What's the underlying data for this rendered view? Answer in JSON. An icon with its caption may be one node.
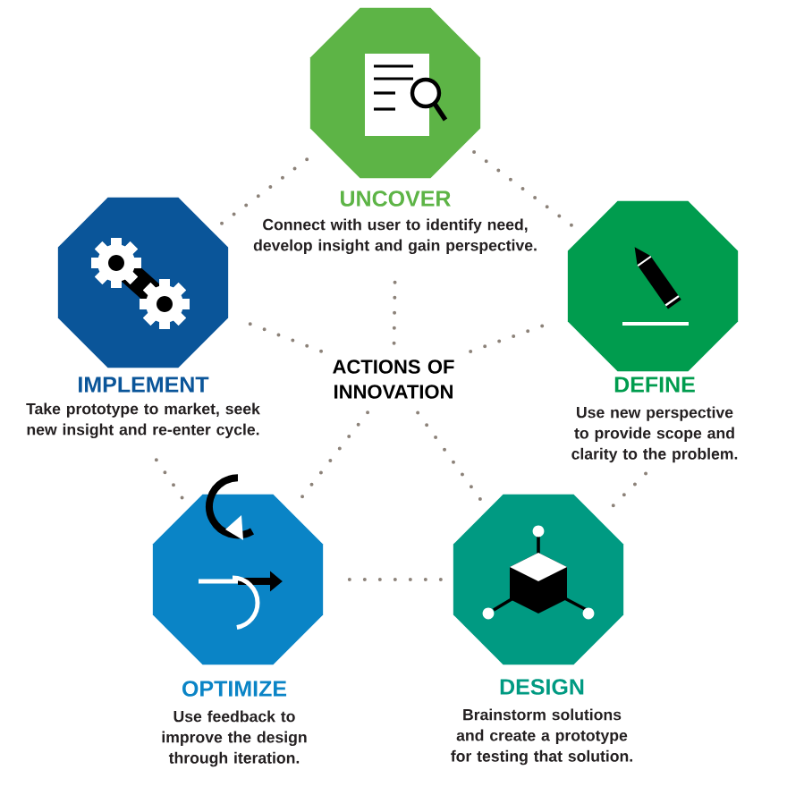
{
  "diagram": {
    "nodes": [
      {
        "text": [
          "UNCOVER",
          "Connect with user to identify need, develop insight and gain perspective."
        ]
      },
      {
        "text": [
          "IMPLEMENT",
          "Take prototype to market, seek new insight and re-enter cycle."
        ]
      },
      {
        "text": [
          "ACTIONS OF INNOVATION"
        ]
      },
      {
        "text": [
          "DEFINE",
          "Use new perspective to provide scope and clarity to the problem."
        ]
      },
      {
        "text": [
          "OPTIMIZE",
          "Use feedback to improve the design through iteration."
        ]
      },
      {
        "text": [
          "DESIGN",
          "Brainstorm solutions and create a prototype for testing that solution."
        ]
      }
    ],
    "edges": [
      {
        "from": 0,
        "to": 3,
        "arrow": "none"
      },
      {
        "from": 3,
        "to": 5,
        "arrow": "none"
      },
      {
        "from": 5,
        "to": 4,
        "arrow": "none"
      },
      {
        "from": 4,
        "to": 1,
        "arrow": "none"
      },
      {
        "from": 1,
        "to": 0,
        "arrow": "none"
      },
      {
        "from": 2,
        "to": 0,
        "arrow": "none"
      },
      {
        "from": 2,
        "to": 1,
        "arrow": "none"
      },
      {
        "from": 2,
        "to": 3,
        "arrow": "none"
      },
      {
        "from": 2,
        "to": 4,
        "arrow": "none"
      },
      {
        "from": 2,
        "to": 5,
        "arrow": "none"
      }
    ]
  }
}
